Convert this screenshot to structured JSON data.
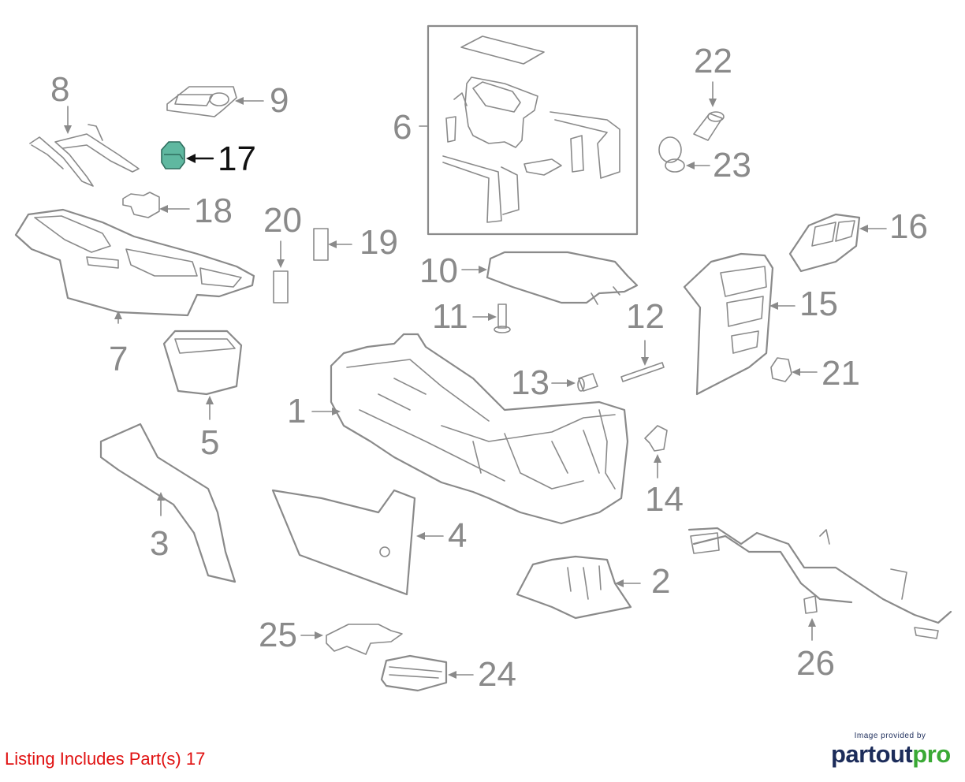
{
  "callouts": {
    "c1": "1",
    "c2": "2",
    "c3": "3",
    "c4": "4",
    "c5": "5",
    "c6": "6",
    "c7": "7",
    "c8": "8",
    "c9": "9",
    "c10": "10",
    "c11": "11",
    "c12": "12",
    "c13": "13",
    "c14": "14",
    "c15": "15",
    "c16": "16",
    "c17": "17",
    "c18": "18",
    "c19": "19",
    "c20": "20",
    "c21": "21",
    "c22": "22",
    "c23": "23",
    "c24": "24",
    "c25": "25",
    "c26": "26"
  },
  "highlighted_part": "17",
  "footer": {
    "note": "Listing Includes Part(s) 17",
    "brand_small": "Image provided by",
    "brand_part": "partout",
    "brand_pro": "pro"
  },
  "colors": {
    "line_art": "#8a8a8a",
    "highlight_fill": "#5fb8a0",
    "highlight_label": "#111111",
    "note": "#e01010",
    "brand_blue": "#1c2c5a",
    "brand_green": "#3aa935"
  }
}
